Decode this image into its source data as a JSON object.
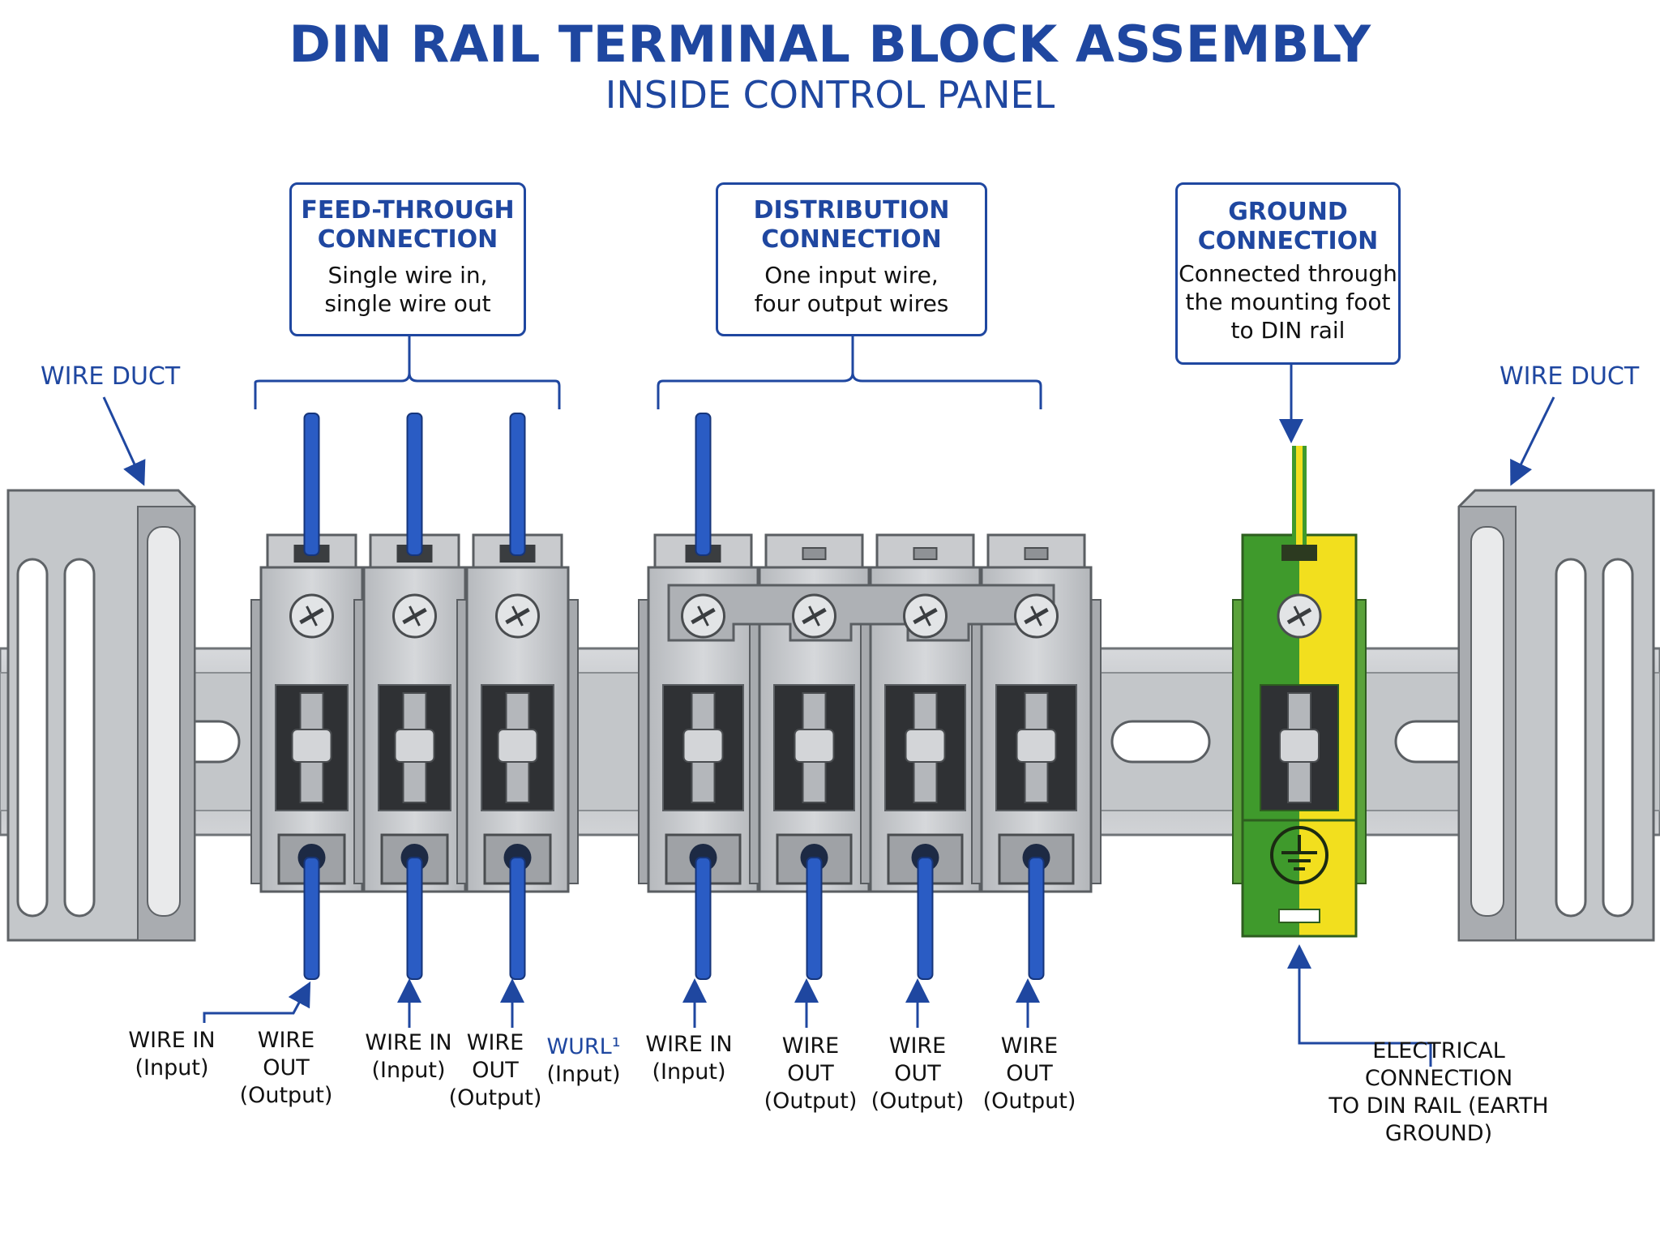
{
  "title": "DIN RAIL TERMINAL BLOCK ASSEMBLY",
  "subtitle": "INSIDE CONTROL PANEL",
  "callouts": {
    "feed_through": {
      "heading": "FEED-THROUGH\nCONNECTION",
      "body": "Single wire in,\nsingle wire out"
    },
    "distribution": {
      "heading": "DISTRIBUTION\nCONNECTION",
      "body": "One input wire,\nfour output wires"
    },
    "ground": {
      "heading": "GROUND\nCONNECTION",
      "body": "Connected through\nthe mounting foot\nto DIN rail"
    }
  },
  "wire_duct_left": "WIRE DUCT",
  "wire_duct_right": "WIRE DUCT",
  "bottom_labels": [
    {
      "line1": "WIRE IN",
      "line2": "(Input)"
    },
    {
      "line1": "WIRE OUT",
      "line2": "(Output)"
    },
    {
      "line1": "WIRE IN",
      "line2": "(Input)"
    },
    {
      "line1": "WIRE OUT",
      "line2": "(Output)"
    },
    {
      "line1": "WURL¹",
      "line2": "(Input)"
    },
    {
      "line1": "WIRE IN",
      "line2": "(Input)"
    },
    {
      "line1": "WIRE OUT",
      "line2": "(Output)"
    },
    {
      "line1": "WIRE OUT",
      "line2": "(Output)"
    },
    {
      "line1": "WIRE OUT",
      "line2": "(Output)"
    }
  ],
  "ground_note": "ELECTRICAL CONNECTION\nTO DIN RAIL (EARTH GROUND)",
  "colors": {
    "accent": "#1f47a0",
    "wire_blue": "#2a5cc4",
    "terminal_gray": "#c8cacd",
    "rail_gray": "#b9bcbf",
    "ground_green": "#3f9a2c",
    "ground_yellow": "#f2df1e"
  }
}
